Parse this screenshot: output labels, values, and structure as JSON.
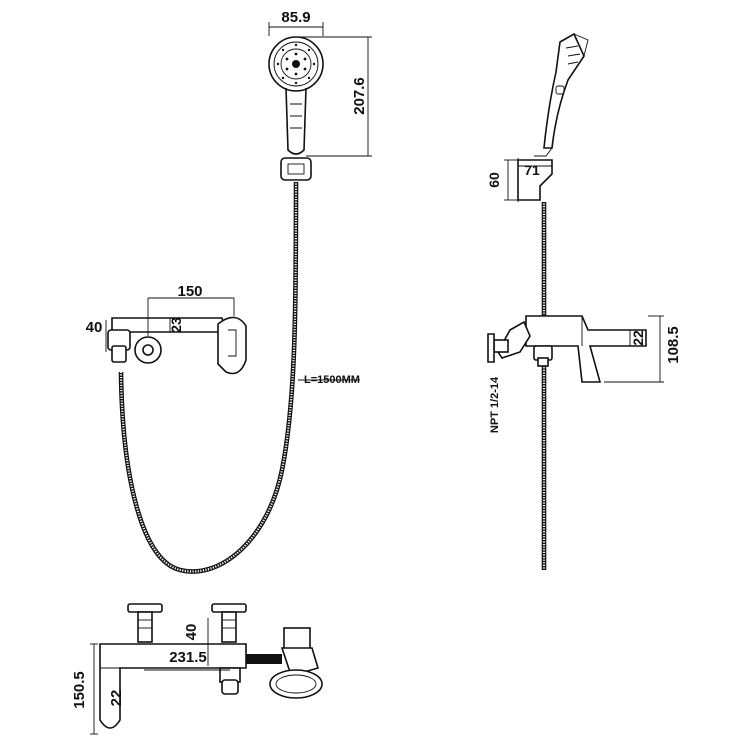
{
  "dimensions": {
    "head_width": "85.9",
    "head_height": "207.6",
    "spout_reach": "150",
    "inlet_offset": "40",
    "body_height": "23",
    "hose_length": "L=1500MM",
    "holder_height": "60",
    "holder_depth": "71",
    "side_height": "108.5",
    "side_spout": "22",
    "thread": "NPT  1/2-14",
    "bottom_center": "40",
    "bottom_width": "231.5",
    "bottom_height": "150.5",
    "bottom_spout": "22"
  }
}
